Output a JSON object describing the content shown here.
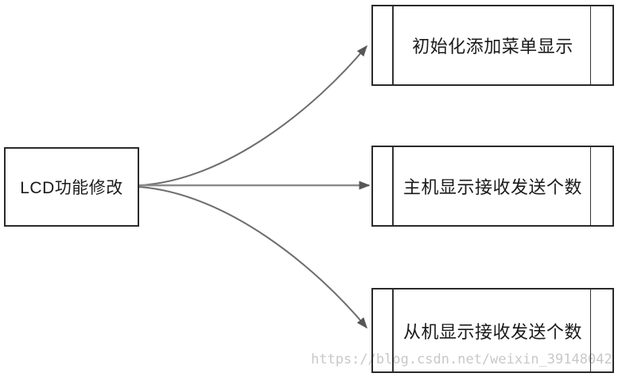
{
  "diagram": {
    "root": {
      "label": "LCD功能修改"
    },
    "branches": [
      {
        "label": "初始化添加菜单显示"
      },
      {
        "label": "主机显示接收发送个数"
      },
      {
        "label": "从机显示接收发送个数"
      }
    ],
    "watermark": "https://blog.csdn.net/weixin_39148042",
    "colors": {
      "box_border": "#2a2a2a",
      "curve_arrow": "#6d6d6d",
      "straight_arrow": "#8c8c8c",
      "arrowhead": "#575757",
      "watermark": "#c8c8c8",
      "text": "#1a1a1a",
      "background": "#ffffff"
    }
  }
}
